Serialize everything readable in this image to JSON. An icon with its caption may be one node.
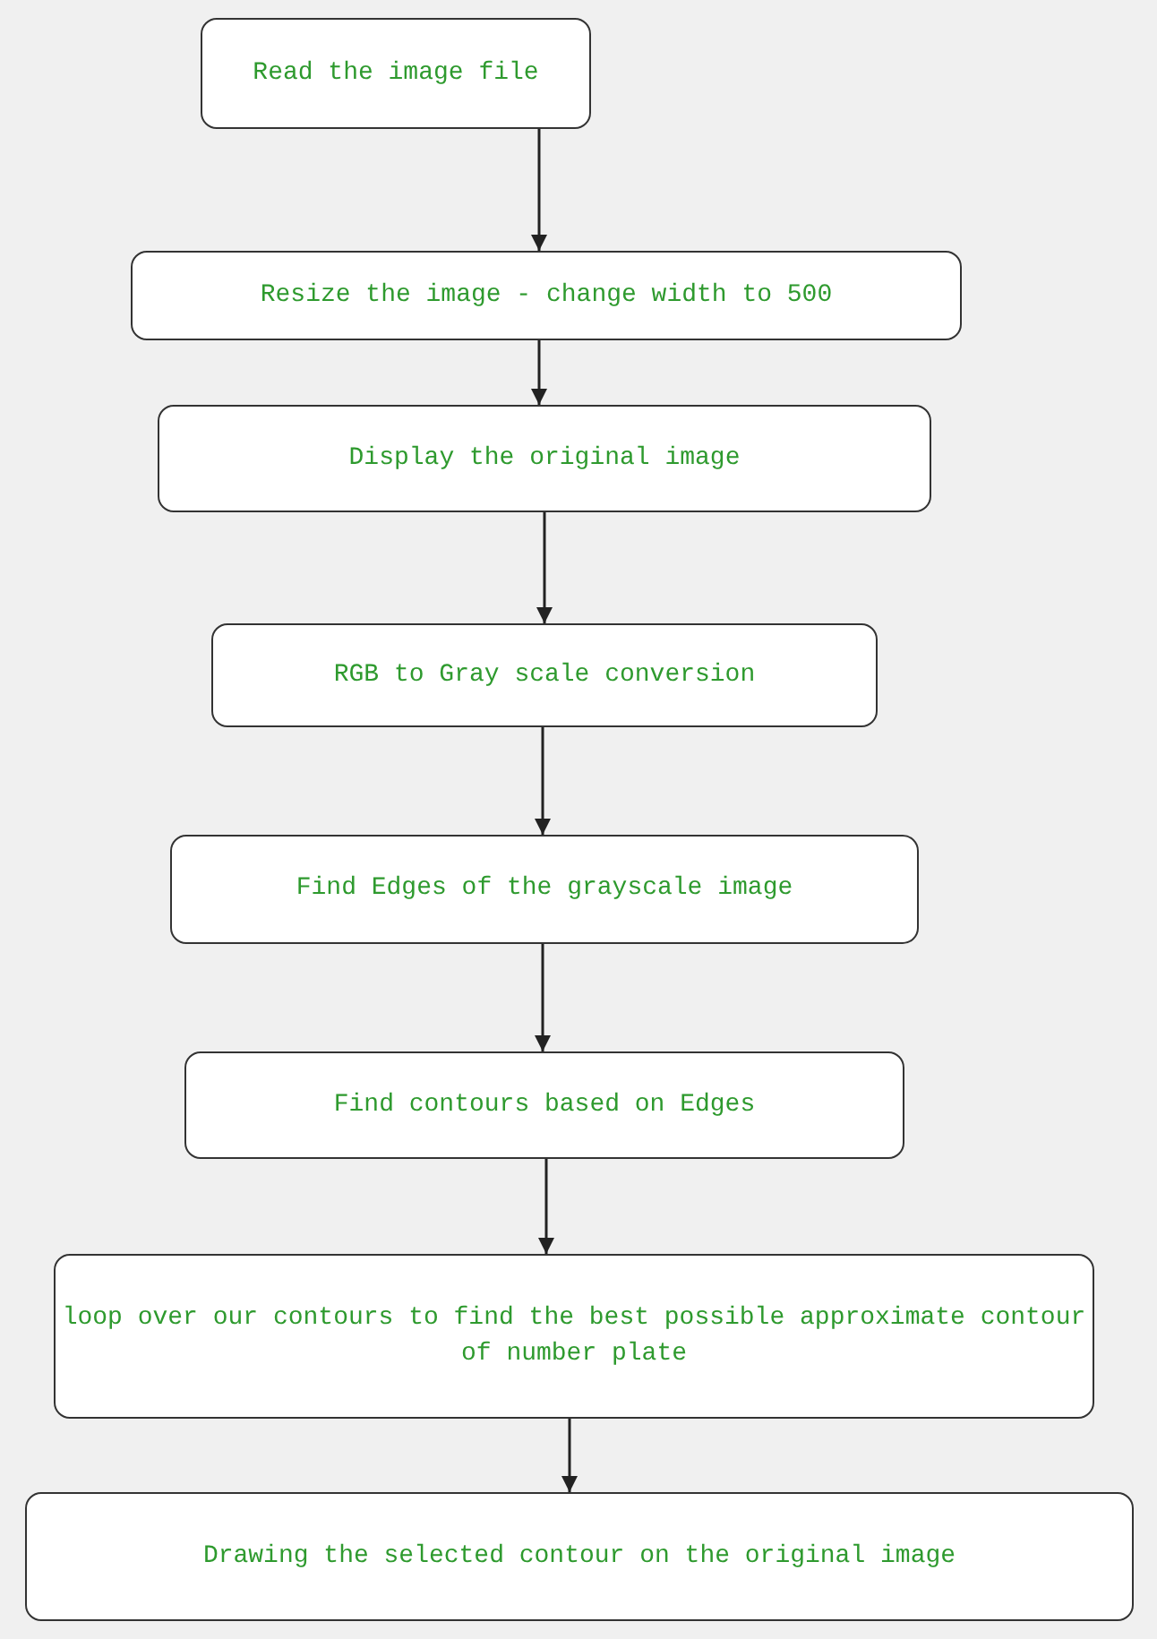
{
  "diagram": {
    "nodes": [
      {
        "text": [
          "Read the image file"
        ]
      },
      {
        "text": [
          "Resize the image - change width to 500"
        ]
      },
      {
        "text": [
          "Display the original image"
        ]
      },
      {
        "text": [
          "RGB to Gray scale conversion"
        ]
      },
      {
        "text": [
          "Find Edges of the grayscale image"
        ]
      },
      {
        "text": [
          "Find contours based on Edges"
        ]
      },
      {
        "text": [
          "loop over our contours to find the best possible approximate contour of number plate"
        ]
      },
      {
        "text": [
          "Drawing the selected contour on the original image"
        ]
      }
    ],
    "edges": [
      {
        "from": 0,
        "to": 1,
        "arrow": "to"
      },
      {
        "from": 1,
        "to": 2,
        "arrow": "to"
      },
      {
        "from": 2,
        "to": 3,
        "arrow": "to"
      },
      {
        "from": 3,
        "to": 4,
        "arrow": "to"
      },
      {
        "from": 4,
        "to": 5,
        "arrow": "to"
      },
      {
        "from": 5,
        "to": 6,
        "arrow": "to"
      },
      {
        "from": 6,
        "to": 7,
        "arrow": "to"
      }
    ]
  }
}
